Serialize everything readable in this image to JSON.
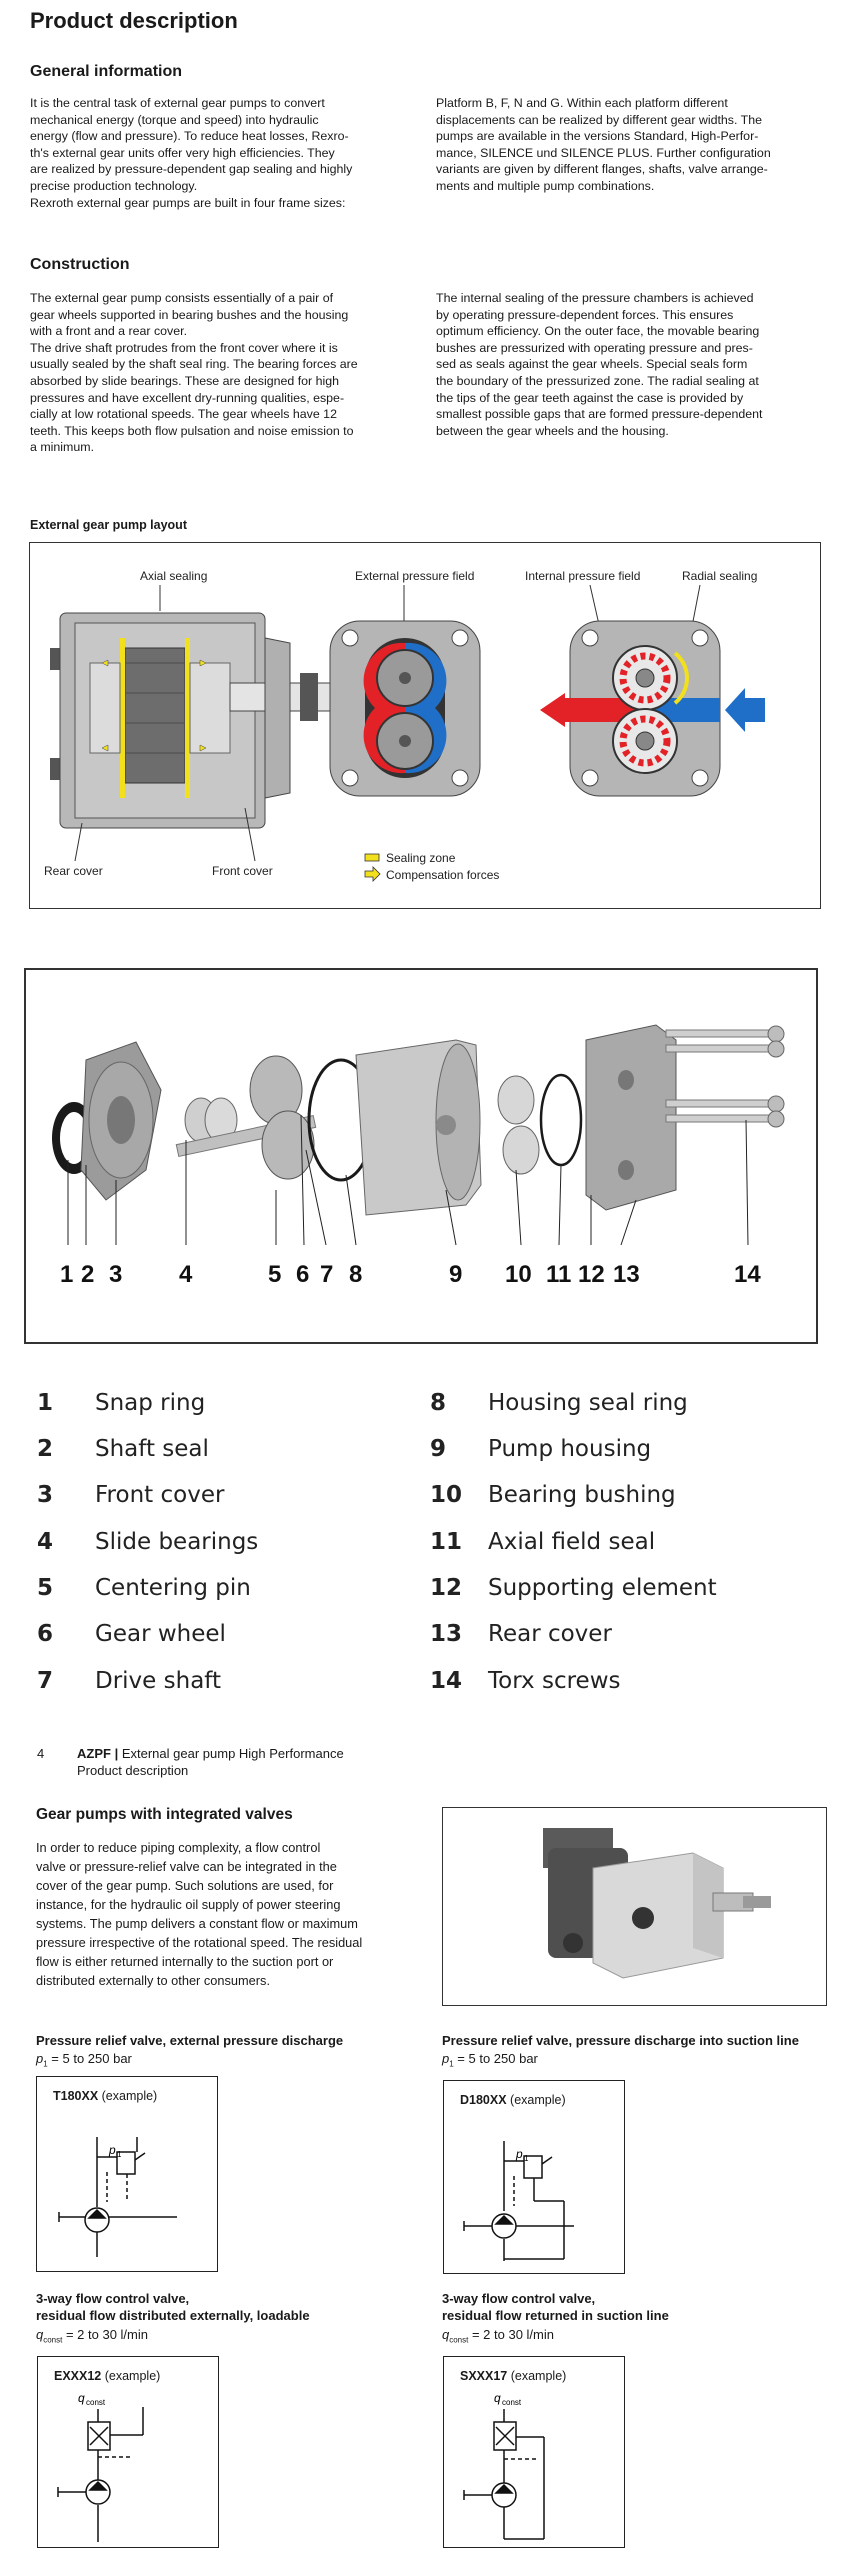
{
  "page": {
    "title": "Product description",
    "general": {
      "heading": "General information",
      "left": [
        "It is the central task of external gear pumps to convert",
        "mechanical energy (torque and speed) into hydraulic",
        "energy (flow and pressure). To reduce heat losses, Rexro-",
        "th's external gear units offer very high efficiencies. They",
        "are realized by pressure-dependent gap sealing and highly",
        "precise production technology.",
        "Rexroth external gear pumps are built in four frame sizes:"
      ],
      "right": [
        "Platform B, F, N and G. Within each platform different",
        "displacements can be realized by different gear widths. The",
        "pumps are available in the versions Standard, High-Perfor-",
        "mance, SILENCE und SILENCE PLUS. Further configuration",
        "variants are given by different flanges, shafts, valve arrange-",
        "ments and multiple pump combinations."
      ]
    },
    "construction": {
      "heading": "Construction",
      "left": [
        "The external gear pump consists essentially of a pair of",
        "gear wheels supported in bearing bushes and the housing",
        "with a front and a rear cover.",
        "The drive shaft protrudes from the front cover where it is",
        "usually sealed by the shaft seal ring. The bearing forces are",
        "absorbed by slide bearings. These are designed for high",
        "pressures and have excellent dry-running qualities, espe-",
        "cially at low rotational speeds. The gear wheels have 12",
        "teeth. This keeps both flow pulsation and noise emission to",
        "a minimum."
      ],
      "right": [
        "The internal sealing of the pressure chambers is achieved",
        "by operating pressure-dependent forces. This ensures",
        "optimum efficiency. On the outer face, the movable bearing",
        "bushes are pressurized with operating pressure and pres-",
        "sed as seals against the gear wheels. Special seals form",
        "the boundary of the pressurized zone. The radial sealing at",
        "the tips of the gear teeth against the case is provided by",
        "smallest possible gaps that are formed pressure-dependent",
        "between the gear wheels and the housing."
      ]
    },
    "layout_figure": {
      "caption": "External gear pump layout",
      "labels": {
        "axial_sealing": "Axial sealing",
        "external_pressure_field": "External pressure field",
        "internal_pressure_field": "Internal pressure field",
        "radial_sealing": "Radial sealing",
        "rear_cover": "Rear cover",
        "front_cover": "Front cover",
        "sealing_zone": "Sealing zone",
        "compensation_forces": "Compensation forces"
      },
      "colors": {
        "sealing": "#f2e01c",
        "pressure_high": "#e32227",
        "pressure_low": "#1f6fc8",
        "housing": "#b5b5b5"
      }
    },
    "exploded_figure": {
      "numbers": [
        "1",
        "2",
        "3",
        "4",
        "5",
        "6",
        "7",
        "8",
        "9",
        "10",
        "11",
        "12",
        "13",
        "14"
      ]
    },
    "parts_legend": {
      "left": [
        {
          "num": "1",
          "label": "Snap ring"
        },
        {
          "num": "2",
          "label": "Shaft seal"
        },
        {
          "num": "3",
          "label": "Front cover"
        },
        {
          "num": "4",
          "label": "Slide bearings"
        },
        {
          "num": "5",
          "label": "Centering pin"
        },
        {
          "num": "6",
          "label": "Gear wheel"
        },
        {
          "num": "7",
          "label": "Drive shaft"
        }
      ],
      "right": [
        {
          "num": "8",
          "label": "Housing seal ring"
        },
        {
          "num": "9",
          "label": "Pump housing"
        },
        {
          "num": "10",
          "label": "Bearing bushing"
        },
        {
          "num": "11",
          "label": "Axial field seal"
        },
        {
          "num": "12",
          "label": "Supporting element"
        },
        {
          "num": "13",
          "label": "Rear cover"
        },
        {
          "num": "14",
          "label": "Torx screws"
        }
      ]
    },
    "footer": {
      "page_number": "4",
      "product": "AZPF",
      "separator": "|",
      "series": "External gear pump High Performance",
      "section": "Product description"
    },
    "valves": {
      "heading": "Gear pumps with integrated valves",
      "text": [
        "In order to reduce piping complexity, a flow control",
        "valve or pressure-relief valve can be integrated in the",
        "cover of the gear pump. Such solutions are used, for",
        "instance, for the hydraulic oil supply of power steering",
        "systems. The pump delivers a constant flow or maximum",
        "pressure irrespective of the rotational speed. The residual",
        "flow is either returned internally to the suction port or",
        "distributed externally to other consumers."
      ],
      "items": [
        {
          "title1": "Pressure relief valve, external pressure discharge",
          "title2": "",
          "param_sym": "p",
          "param_sub": "1",
          "param_val": " = 5 to 250 bar",
          "code": "T180XX",
          "code_suffix": " (example)",
          "sym_label": "p",
          "sym_sub": "1"
        },
        {
          "title1": "Pressure relief valve, pressure discharge into suction line",
          "title2": "",
          "param_sym": "p",
          "param_sub": "1",
          "param_val": " = 5 to 250 bar",
          "code": "D180XX",
          "code_suffix": " (example)",
          "sym_label": "p",
          "sym_sub": "1"
        },
        {
          "title1": "3-way flow control valve,",
          "title2": "residual flow distributed externally, loadable",
          "param_sym": "q",
          "param_sub": "const",
          "param_val": " = 2 to 30 l/min",
          "code": "EXXX12",
          "code_suffix": " (example)",
          "sym_label": "q",
          "sym_sub": "const"
        },
        {
          "title1": "3-way flow control valve,",
          "title2": "residual flow returned in suction line",
          "param_sym": "q",
          "param_sub": "const",
          "param_val": " = 2 to 30 l/min",
          "code": "SXXX17",
          "code_suffix": " (example)",
          "sym_label": "q",
          "sym_sub": "const"
        }
      ]
    }
  }
}
